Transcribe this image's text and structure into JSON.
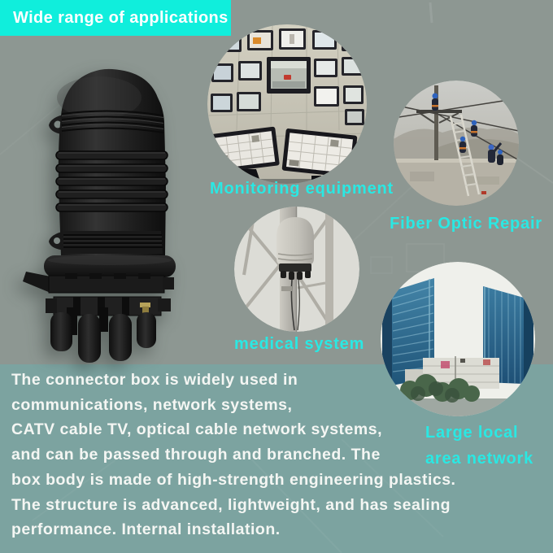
{
  "banner": {
    "title": "Wide range of applications",
    "bg_color": "#10eedc",
    "text_color": "#ffffff"
  },
  "labels": {
    "monitoring": "Monitoring equipment",
    "fiber_repair": "Fiber Optic Repair",
    "medical": "medical system",
    "lan_line1": "Large local",
    "lan_line2": "area network"
  },
  "description": {
    "lines": [
      "The connector box is widely used in",
      "communications, network systems,",
      "CATV cable TV, optical cable network systems,",
      "and can be passed through and branched. The",
      "box body is made of high-strength engineering plastics.",
      "The structure is advanced, lightweight, and has sealing",
      "performance. Internal installation."
    ]
  },
  "images": {
    "product": "black-dome-fiber-optic-splice-closure",
    "monitoring": "cctv-monitor-wall-control-room-photo",
    "fiber_repair": "workers-on-ladder-repairing-overhead-fiber-cables-photo",
    "medical": "splice-closure-mounted-on-lattice-tower-photo",
    "lan": "blue-glass-skyscrapers-photo"
  },
  "colors": {
    "accent_cyan": "#2ae8e3",
    "banner_cyan": "#10eedc",
    "bg_top": "#8d9792",
    "bg_bottom": "#7ca3a0",
    "body_text": "#f4f6f3"
  }
}
